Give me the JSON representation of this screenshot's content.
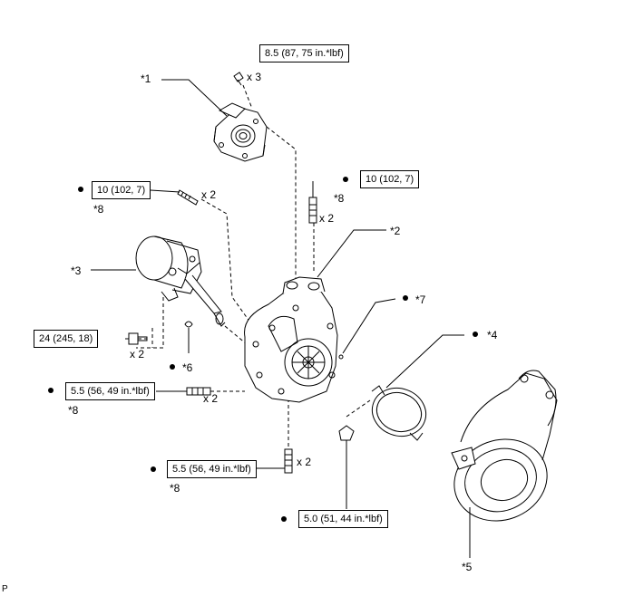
{
  "labels": {
    "p1": "*1",
    "p2": "*2",
    "p3": "*3",
    "p4": "*4",
    "p5": "*5",
    "p6": "*6",
    "p7": "*7",
    "p8a": "*8",
    "p8b": "*8",
    "p8c": "*8",
    "p8d": "*8"
  },
  "torques": {
    "t_top": "8.5 (87, 75 in.*lbf)",
    "t_stud_left": "10 (102, 7)",
    "t_stud_right": "10 (102, 7)",
    "t_bolt_left": "24 (245, 18)",
    "t_stud_mid": "5.5 (56, 49 in.*lbf)",
    "t_stud_bottom": "5.5 (56, 49 in.*lbf)",
    "t_nut": "5.0 (51, 44 in.*lbf)"
  },
  "quantities": {
    "q_top": "x 3",
    "q_stud_left": "x 2",
    "q_stud_right": "x 2",
    "q_bolt_left": "x 2",
    "q_stud_mid": "x 2",
    "q_stud_bottom": "x 2"
  },
  "corner_mark": "P"
}
